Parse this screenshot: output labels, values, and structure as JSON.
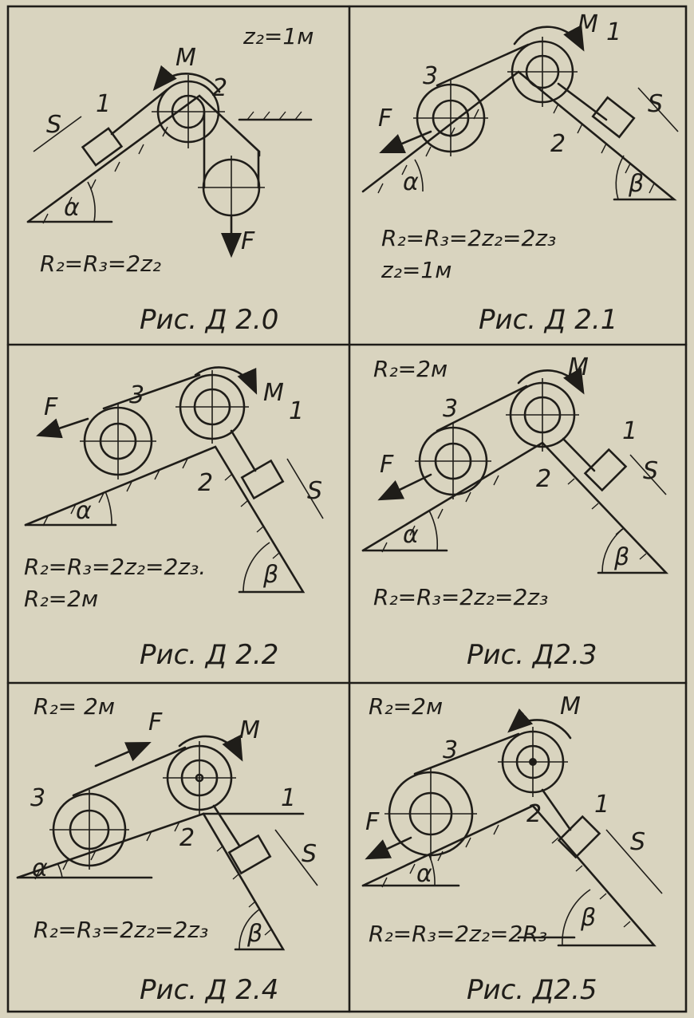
{
  "figures": [
    {
      "caption": "Рис. Д 2.0",
      "formulas": [
        "R₂=R₃=2z₂",
        "z₂=1м"
      ],
      "labels": {
        "body1": "1",
        "body2": "2",
        "moment": "M",
        "force": "F",
        "s": "S",
        "alpha": "α"
      }
    },
    {
      "caption": "Рис. Д 2.1",
      "formulas": [
        "R₂=R₃=2z₂=2z₃",
        "z₂=1м"
      ],
      "labels": {
        "body1": "1",
        "body2": "2",
        "body3": "3",
        "moment": "M",
        "force": "F",
        "s": "S",
        "alpha": "α",
        "beta": "β"
      }
    },
    {
      "caption": "Рис. Д 2.2",
      "formulas": [
        "R₂=R₃=2z₂=2z₃.",
        "R₂=2м"
      ],
      "labels": {
        "body1": "1",
        "body2": "2",
        "body3": "3",
        "moment": "M",
        "force": "F",
        "s": "S",
        "alpha": "α",
        "beta": "β"
      }
    },
    {
      "caption": "Рис. Д2.3",
      "formulas": [
        "R₂=2м",
        "R₂=R₃=2z₂=2z₃"
      ],
      "labels": {
        "body1": "1",
        "body2": "2",
        "body3": "3",
        "moment": "M",
        "force": "F",
        "s": "S",
        "alpha": "α",
        "beta": "β"
      }
    },
    {
      "caption": "Рис. Д 2.4",
      "formulas": [
        "R₂= 2м",
        "R₂=R₃=2z₂=2z₃"
      ],
      "labels": {
        "body1": "1",
        "body2": "2",
        "body3": "3",
        "moment": "M",
        "force": "F",
        "s": "S",
        "alpha": "α",
        "beta": "β"
      }
    },
    {
      "caption": "Рис. Д2.5",
      "formulas": [
        "R₂=2м",
        "R₂=R₃=2z₂=2R₃"
      ],
      "labels": {
        "body1": "1",
        "body2": "2",
        "body3": "3",
        "moment": "M",
        "force": "F",
        "s": "S",
        "alpha": "α",
        "beta": "β"
      }
    }
  ],
  "colors": {
    "ink": "#1f1d19",
    "paper": "#d9d4bf"
  }
}
